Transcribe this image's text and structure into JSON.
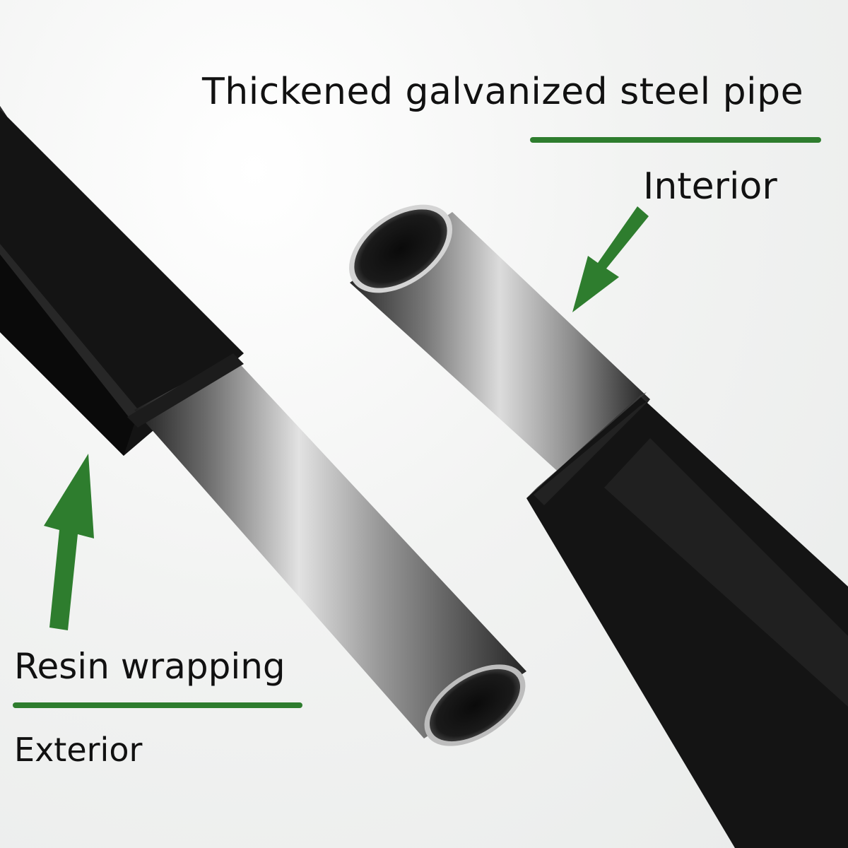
{
  "labels": {
    "top_title": "Thickened galvanized steel pipe",
    "interior": "Interior",
    "resin": "Resin wrapping",
    "exterior": "Exterior"
  },
  "colors": {
    "accent_green": "#2e7d2e",
    "text": "#111111",
    "resin_black": "#141414",
    "steel_light": "#d8d8d8",
    "steel_dark": "#2a2a2a"
  },
  "icons": {
    "arrow_top": "arrow-down-left-icon",
    "arrow_bottom": "arrow-up-icon"
  }
}
